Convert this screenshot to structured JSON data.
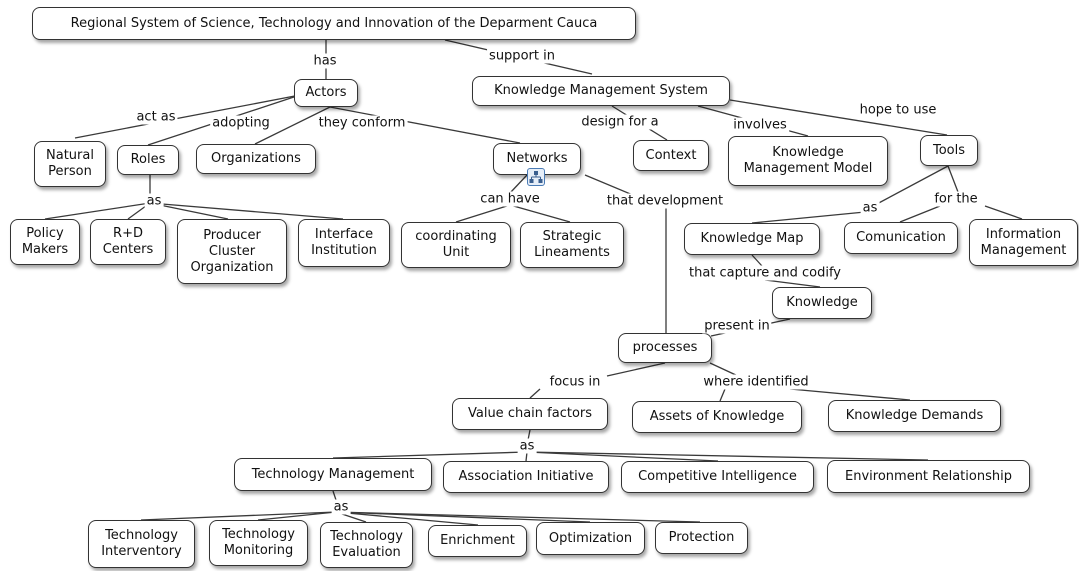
{
  "nodes": {
    "root": "Regional System of Science, Technology and Innovation of the Deparment Cauca",
    "actors": "Actors",
    "kms": "Knowledge Management System",
    "natural_person": "Natural\nPerson",
    "roles": "Roles",
    "organizations": "Organizations",
    "networks": "Networks",
    "context": "Context",
    "km_model": "Knowledge\nManagement Model",
    "tools": "Tools",
    "policy_makers": "Policy\nMakers",
    "rd_centers": "R+D\nCenters",
    "producer_cluster": "Producer\nCluster\nOrganization",
    "interface_institution": "Interface\nInstitution",
    "coordinating_unit": "coordinating\nUnit",
    "strategic_lineaments": "Strategic\nLineaments",
    "knowledge_map": "Knowledge Map",
    "comunication": "Comunication",
    "information_management": "Information\nManagement",
    "knowledge": "Knowledge",
    "processes": "processes",
    "value_chain": "Value chain factors",
    "assets": "Assets of Knowledge",
    "demands": "Knowledge Demands",
    "tech_mgmt": "Technology Management",
    "association": "Association Initiative",
    "competitive": "Competitive Intelligence",
    "environment": "Environment Relationship",
    "tech_inventory": "Technology\nInterventory",
    "tech_monitoring": "Technology\nMonitoring",
    "tech_evaluation": "Technology\nEvaluation",
    "enrichment": "Enrichment",
    "optimization": "Optimization",
    "protection": "Protection"
  },
  "labels": {
    "has": "has",
    "support_in": "support in",
    "act_as": "act as",
    "adopting": "adopting",
    "they_conform": "they conform",
    "design_for_a": "design for a",
    "involves": "involves",
    "hope_to_use": "hope to use",
    "as_roles": "as",
    "can_have": "can have",
    "that_development": "that development",
    "as_tools": "as",
    "for_the": "for the",
    "that_capture": "that capture and codify",
    "present_in": "present in",
    "focus_in": "focus in",
    "where_identified": "where identified",
    "as_factors": "as",
    "as_tech": "as"
  },
  "icons": {
    "networks_icon": "network-hierarchy-icon"
  }
}
